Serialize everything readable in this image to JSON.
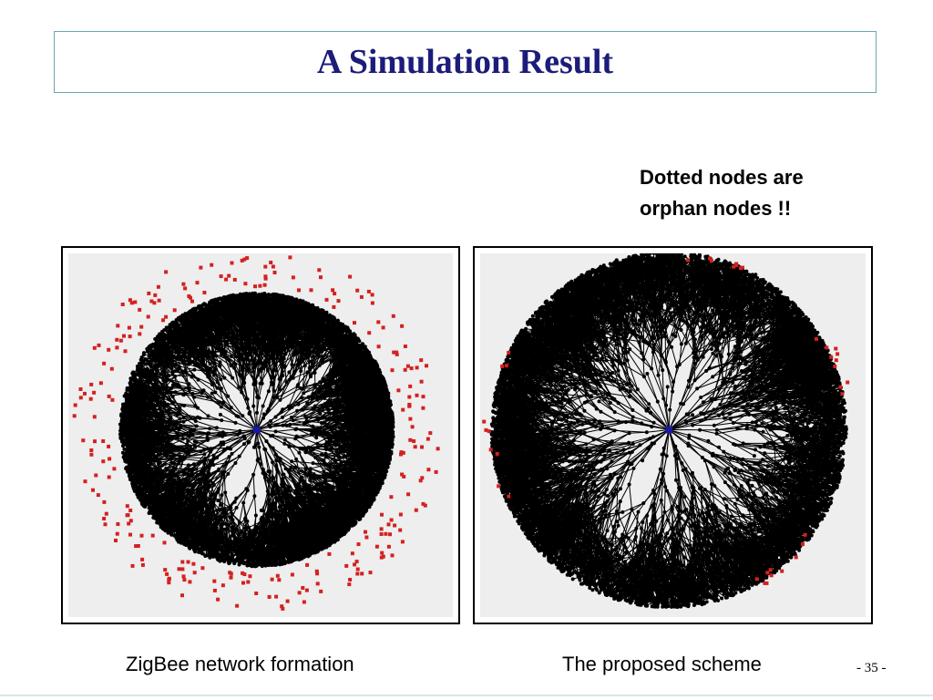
{
  "slide": {
    "title": "A Simulation Result",
    "note_line1": "Dotted nodes are",
    "note_line2": "orphan nodes !!",
    "page_number": "- 35 -"
  },
  "panels": {
    "left_caption": "ZigBee network formation",
    "right_caption": "The proposed scheme"
  },
  "colors": {
    "title": "#1c1c7a",
    "orphan_node": "#d42020",
    "linked_node": "#000000",
    "coordinator": "#1a1aa0",
    "plot_background": "#eeeeee"
  }
}
